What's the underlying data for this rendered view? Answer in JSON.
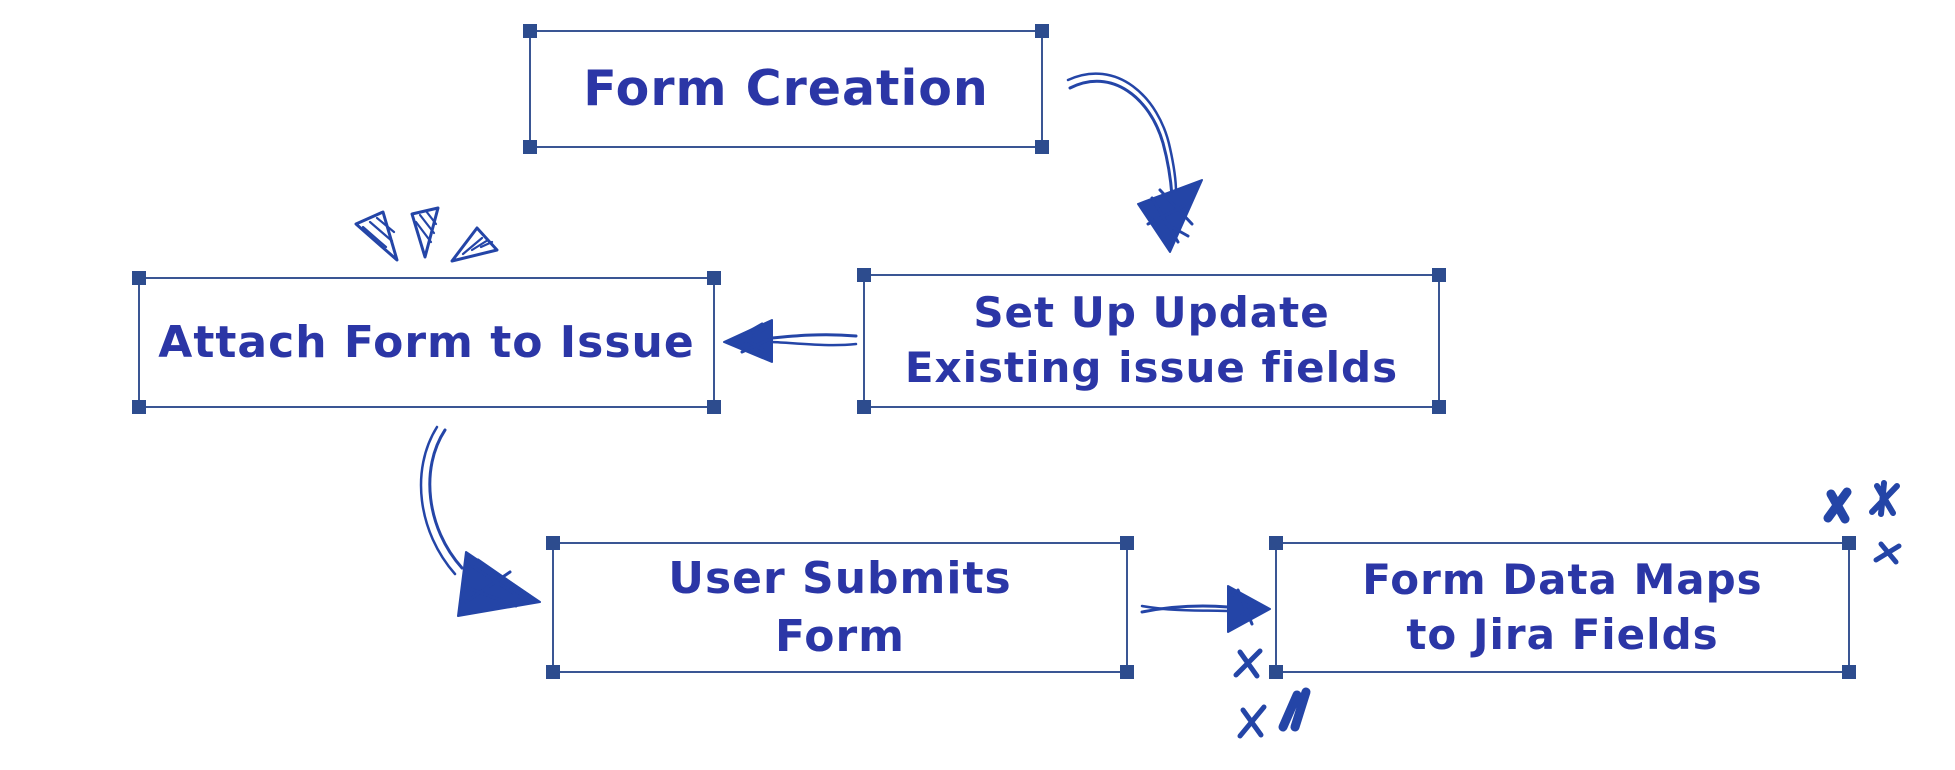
{
  "colors": {
    "background": "#ffffff",
    "border": "#3a5694",
    "handle": "#2d4c8e",
    "text": "#2b36a6",
    "arrow": "#2445a7"
  },
  "nodes": [
    {
      "id": "form-creation",
      "line1": "Form Creation"
    },
    {
      "id": "set-up-update-existing-issue-fields",
      "line1": "Set Up Update",
      "line2": "Existing issue fields"
    },
    {
      "id": "attach-form-to-issue",
      "line1": "Attach Form to Issue"
    },
    {
      "id": "user-submits-form",
      "line1": "User Submits",
      "line2": "Form"
    },
    {
      "id": "form-data-maps-to-jira-fields",
      "line1": "Form Data Maps",
      "line2": "to Jira Fields"
    }
  ],
  "connections": [
    {
      "from": "Form Creation",
      "to": "Set Up Update Existing issue fields",
      "style": "curved-down-right"
    },
    {
      "from": "Set Up Update Existing issue fields",
      "to": "Attach Form to Issue",
      "style": "straight-left"
    },
    {
      "from": "Attach Form to Issue",
      "to": "User Submits Form",
      "style": "curved-down-right"
    },
    {
      "from": "User Submits Form",
      "to": "Form Data Maps to Jira Fields",
      "style": "straight-right"
    }
  ],
  "decorations": [
    {
      "type": "emphasis-sparkle-triangles",
      "count": 3,
      "position": "above Attach Form to Issue"
    },
    {
      "type": "star-scribbles",
      "count": 3,
      "position": "top-right of Form Data Maps to Jira Fields"
    },
    {
      "type": "star-scribbles",
      "count": 3,
      "position": "below bottom-left of Form Data Maps to Jira Fields"
    }
  ]
}
